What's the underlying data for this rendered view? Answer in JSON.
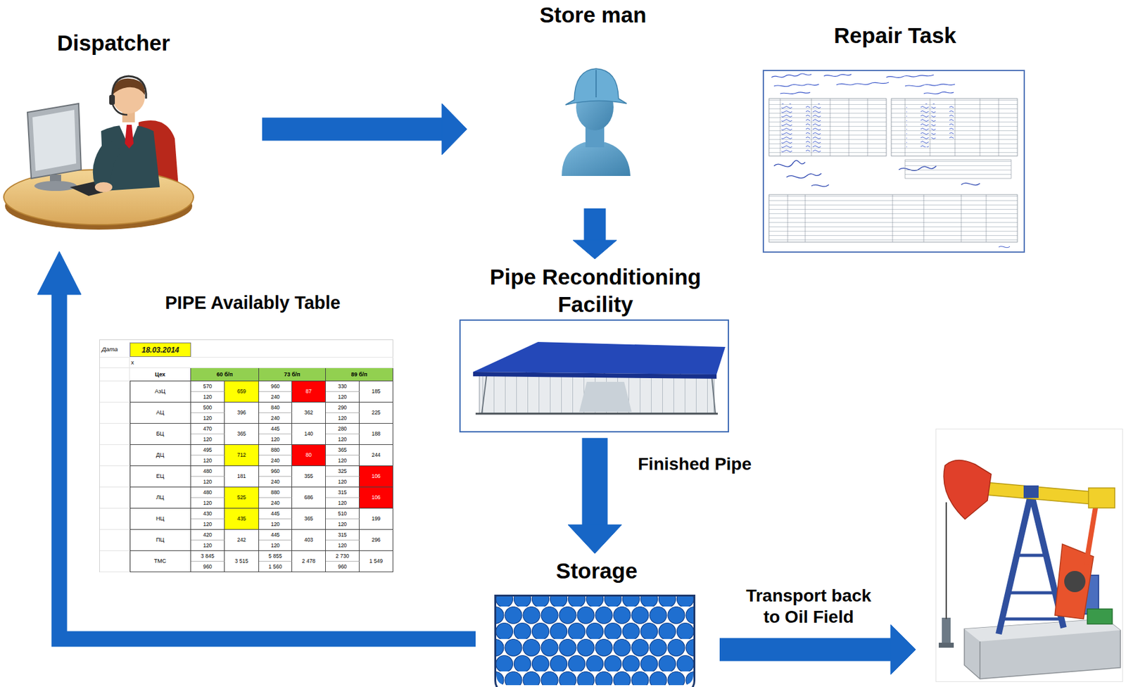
{
  "diagram": {
    "nodes": [
      {
        "text": [
          "Dispatcher"
        ]
      },
      {
        "text": [
          "Store man"
        ]
      },
      {
        "text": [
          "Repair Task"
        ]
      },
      {
        "text": [
          "Pipe Reconditioning Facility"
        ]
      },
      {
        "text": [
          "PIPE Availably Table"
        ]
      },
      {
        "text": [
          "Storage"
        ]
      },
      {
        "text": []
      }
    ],
    "edges": [
      {
        "from": 0,
        "to": 1,
        "arrow": "to"
      },
      {
        "from": 1,
        "to": 3,
        "arrow": "to"
      },
      {
        "from": 3,
        "to": 5,
        "label": "Finished Pipe",
        "arrow": "to"
      },
      {
        "from": 5,
        "to": 0,
        "arrow": "to"
      },
      {
        "from": 5,
        "to": 6,
        "label": "Transport back to Oil Field",
        "arrow": "to"
      }
    ],
    "labels": [
      "Дата",
      "18.03.2014",
      "x",
      "Цех",
      "60 б/п",
      "73 б/п",
      "89 б/п",
      "АзЦ",
      "570",
      "120",
      "659",
      "960",
      "240",
      "87",
      "330",
      "120",
      "185",
      "АЦ",
      "500",
      "120",
      "396",
      "840",
      "240",
      "362",
      "290",
      "120",
      "225",
      "БЦ",
      "470",
      "120",
      "365",
      "445",
      "120",
      "140",
      "280",
      "120",
      "188",
      "ДЦ",
      "495",
      "120",
      "712",
      "880",
      "240",
      "80",
      "365",
      "120",
      "244",
      "ЕЦ",
      "480",
      "120",
      "181",
      "960",
      "240",
      "355",
      "325",
      "120",
      "106",
      "ЛЦ",
      "480",
      "120",
      "525",
      "880",
      "240",
      "686",
      "315",
      "120",
      "106",
      "НЦ",
      "430",
      "120",
      "435",
      "445",
      "120",
      "365",
      "510",
      "120",
      "199",
      "ПЦ",
      "420",
      "120",
      "242",
      "445",
      "120",
      "403",
      "315",
      "120",
      "296",
      "ТМС",
      "3 845",
      "960",
      "3 515",
      "5 855",
      "1 560",
      "2 478",
      "2 730",
      "960",
      "1 549"
    ]
  }
}
